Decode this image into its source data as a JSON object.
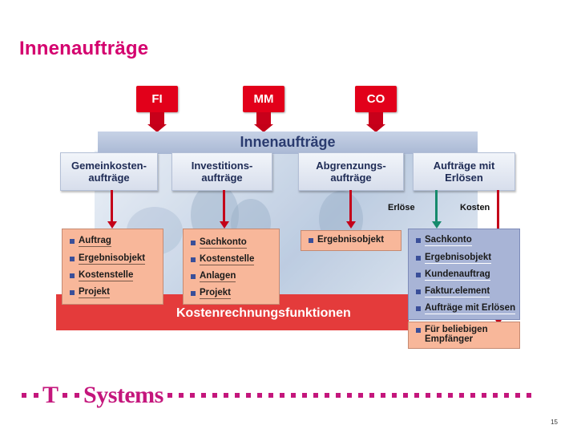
{
  "page": {
    "title": "Innenaufträge",
    "page_number": "15"
  },
  "sources": [
    "FI",
    "MM",
    "CO"
  ],
  "banner": {
    "title": "Innenaufträge"
  },
  "categories": [
    "Gemeinkosten-\naufträge",
    "Investitions-\naufträge",
    "Abgrenzungs-\naufträge",
    "Aufträge mit\nErlösen"
  ],
  "flow_labels": {
    "revenue": "Erlöse",
    "costs": "Kosten"
  },
  "function_bar": {
    "label": "Kostenrechnungsfunktionen"
  },
  "lists": {
    "overhead": [
      "Auftrag",
      "Ergebnisobjekt",
      "Kostenstelle",
      "Projekt"
    ],
    "investment": [
      "Sachkonto",
      "Kostenstelle",
      "Anlagen",
      "Projekt"
    ],
    "accrual": [
      "Ergebnisobjekt"
    ],
    "revenue": [
      "Sachkonto",
      "Ergebnisobjekt",
      "Kundenauftrag",
      "Faktur.element",
      "Aufträge mit Erlösen"
    ],
    "any_receiver": [
      "Für beliebigen\nEmpfänger"
    ]
  },
  "footer": {
    "brand_t": "T",
    "brand_text": "Systems"
  },
  "colors": {
    "magenta": "#d4006e",
    "red": "#e2001a",
    "green": "#168a6c",
    "navy": "#2a3b6f"
  }
}
